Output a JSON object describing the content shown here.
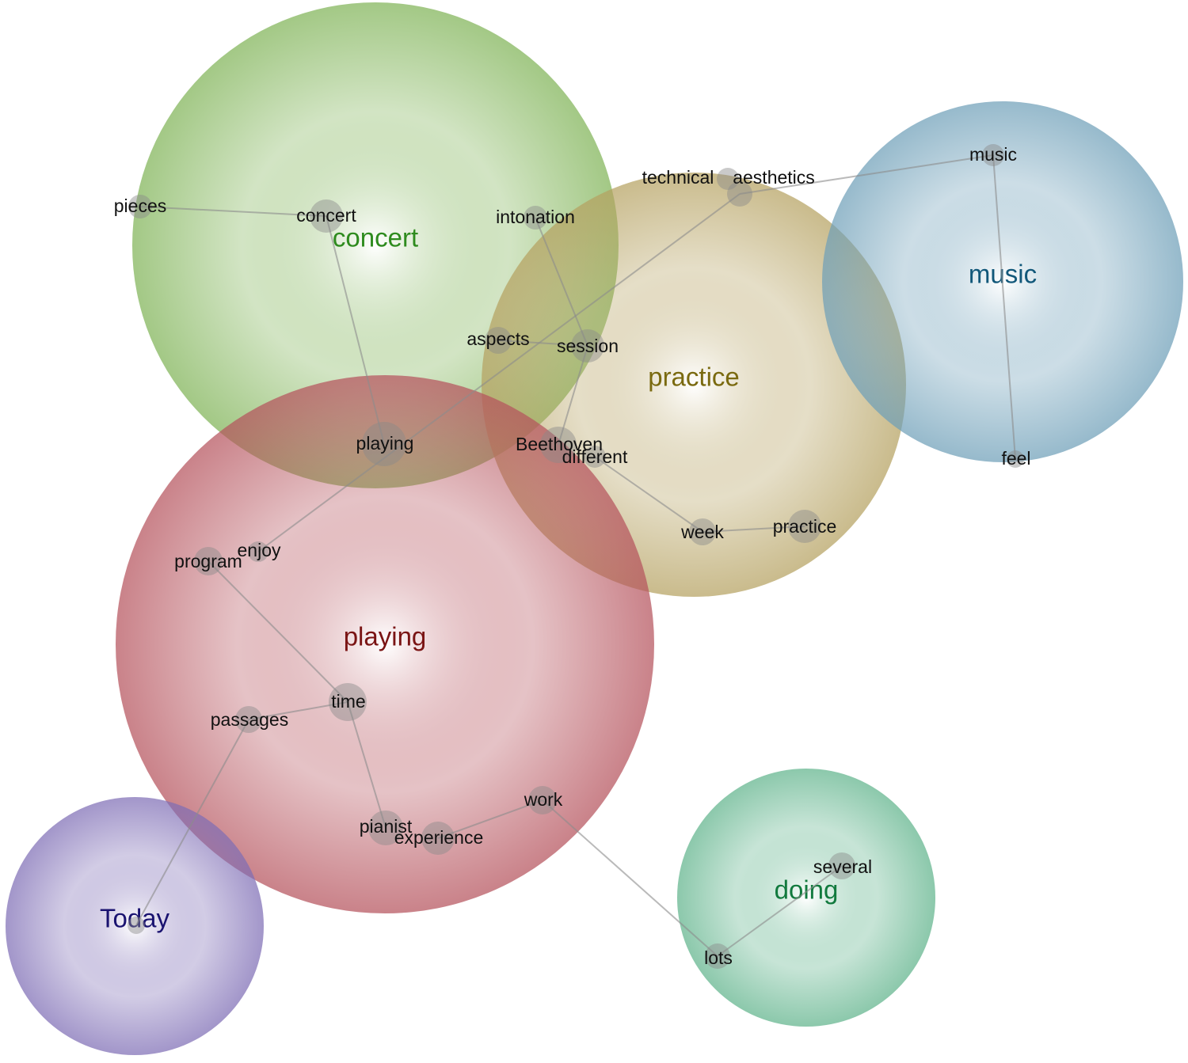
{
  "clusters": [
    {
      "id": "concert",
      "label": "concert",
      "color": "#7fb356",
      "label_color": "#2e8b1e"
    },
    {
      "id": "practice",
      "label": "practice",
      "color": "#b5a160",
      "label_color": "#7a6a10"
    },
    {
      "id": "music",
      "label": "music",
      "color": "#6e9fb8",
      "label_color": "#12587a"
    },
    {
      "id": "playing",
      "label": "playing",
      "color": "#b5525c",
      "label_color": "#7a1414"
    },
    {
      "id": "today",
      "label": "Today",
      "color": "#7e6db5",
      "label_color": "#1a1370"
    },
    {
      "id": "doing",
      "label": "doing",
      "color": "#5fb38b",
      "label_color": "#127a3e"
    }
  ],
  "nodes": [
    {
      "id": "pieces",
      "label": "pieces"
    },
    {
      "id": "concert",
      "label": "concert"
    },
    {
      "id": "intonation",
      "label": "intonation"
    },
    {
      "id": "technical",
      "label": "technical"
    },
    {
      "id": "aesthetics",
      "label": "aesthetics"
    },
    {
      "id": "music",
      "label": "music"
    },
    {
      "id": "aspects",
      "label": "aspects"
    },
    {
      "id": "session",
      "label": "session"
    },
    {
      "id": "playing",
      "label": "playing"
    },
    {
      "id": "beethoven",
      "label": "Beethoven"
    },
    {
      "id": "different",
      "label": "different"
    },
    {
      "id": "feel",
      "label": "feel"
    },
    {
      "id": "week",
      "label": "week"
    },
    {
      "id": "practice",
      "label": "practice"
    },
    {
      "id": "enjoy",
      "label": "enjoy"
    },
    {
      "id": "program",
      "label": "program"
    },
    {
      "id": "time",
      "label": "time"
    },
    {
      "id": "passages",
      "label": "passages"
    },
    {
      "id": "work",
      "label": "work"
    },
    {
      "id": "pianist",
      "label": "pianist"
    },
    {
      "id": "experience",
      "label": "experience"
    },
    {
      "id": "several",
      "label": "several"
    },
    {
      "id": "lots",
      "label": "lots"
    },
    {
      "id": "today",
      "label": ""
    }
  ],
  "edges": [
    [
      "pieces",
      "concert"
    ],
    [
      "concert",
      "playing"
    ],
    [
      "intonation",
      "session"
    ],
    [
      "aspects",
      "session"
    ],
    [
      "session",
      "beethoven"
    ],
    [
      "aesthetics",
      "music"
    ],
    [
      "aesthetics",
      "enjoy"
    ],
    [
      "music",
      "feel"
    ],
    [
      "different",
      "week"
    ],
    [
      "week",
      "practice"
    ],
    [
      "program",
      "time"
    ],
    [
      "time",
      "passages"
    ],
    [
      "time",
      "pianist"
    ],
    [
      "passages",
      "today"
    ],
    [
      "experience",
      "work"
    ],
    [
      "work",
      "lots"
    ],
    [
      "lots",
      "several"
    ]
  ]
}
